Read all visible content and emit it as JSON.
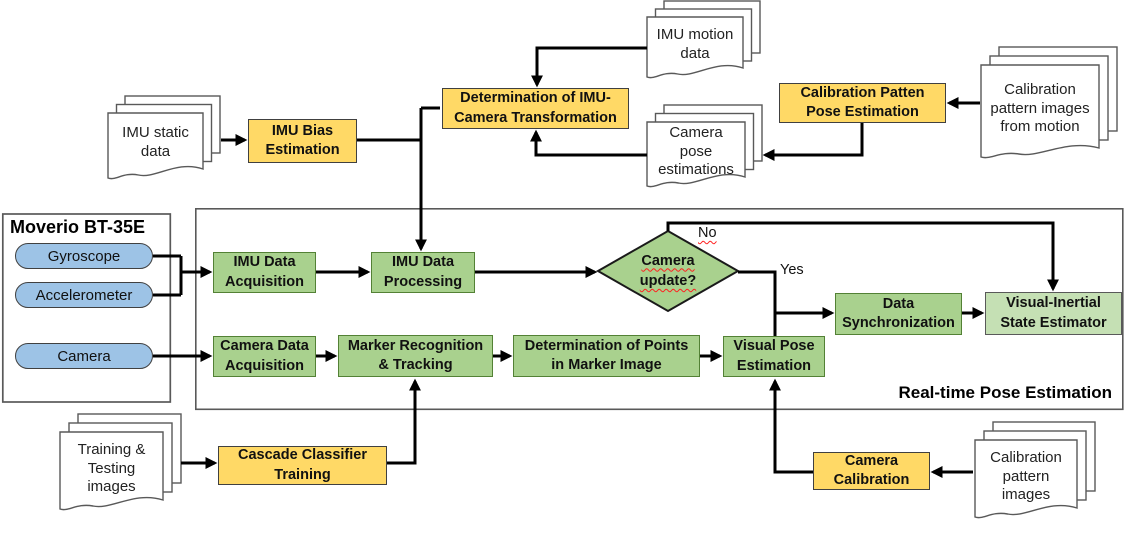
{
  "colors": {
    "yellow_fill": "#FFD966",
    "green_fill": "#A9D18E",
    "light_green_fill": "#C5E0B4",
    "blue_fill": "#9DC3E6",
    "green_border": "#538135",
    "dark_border": "#404040",
    "frame_border": "#595959",
    "arrow": "#000000",
    "spellcheck_underline": "#FF1F1F"
  },
  "device_panel": {
    "title": "Moverio BT-35E",
    "sensors": [
      "Gyroscope",
      "Accelerometer",
      "Camera"
    ]
  },
  "realtime_panel": {
    "title": "Real-time Pose Estimation"
  },
  "nodes": {
    "imu_bias": "IMU Bias\nEstimation",
    "det_imu_cam": "Determination of IMU-\nCamera Transformation",
    "calib_patten": "Calibration Patten\nPose Estimation",
    "imu_acq": "IMU Data\nAcquisition",
    "imu_proc": "IMU Data\nProcessing",
    "data_sync": "Data\nSynchronization",
    "vi_estimator": "Visual-Inertial\nState Estimator",
    "camera_acq": "Camera Data\nAcquisition",
    "marker_rec": "Marker Recognition\n& Tracking",
    "det_points": "Determination of Points\nin Marker Image",
    "visual_pose": "Visual Pose\nEstimation",
    "cascade": "Cascade Classifier\nTraining",
    "camera_calib": "Camera\nCalibration"
  },
  "documents": {
    "imu_static": "IMU static\ndata",
    "imu_motion": "IMU motion\ndata",
    "camera_pose": "Camera\npose\nestimations",
    "calib_motion": "Calibration\npattern images\nfrom motion",
    "training": "Training &\nTesting\nimages",
    "calib_images": "Calibration\npattern\nimages"
  },
  "decision": {
    "question": "Camera\nupdate?",
    "no_label": "No",
    "yes_label": "Yes"
  }
}
